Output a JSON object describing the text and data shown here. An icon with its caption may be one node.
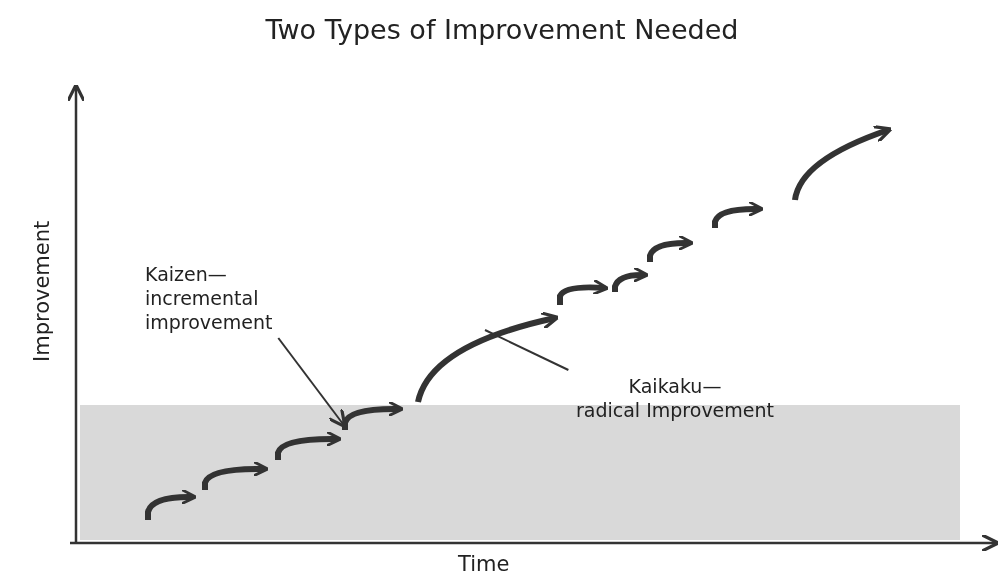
{
  "diagram": {
    "title": "Two Types of Improvement Needed",
    "nodes": [
      {
        "text": [
          "Kaizen—",
          "incremental improvement"
        ]
      },
      {
        "text": [
          "Kaikaku—",
          "radical Improvement"
        ]
      }
    ],
    "edges": [
      {
        "from": 0,
        "to": null,
        "arrow": "to"
      },
      {
        "from": 1,
        "to": null,
        "arrow": "none"
      }
    ],
    "labels": [
      "Improvement",
      "Time"
    ]
  }
}
